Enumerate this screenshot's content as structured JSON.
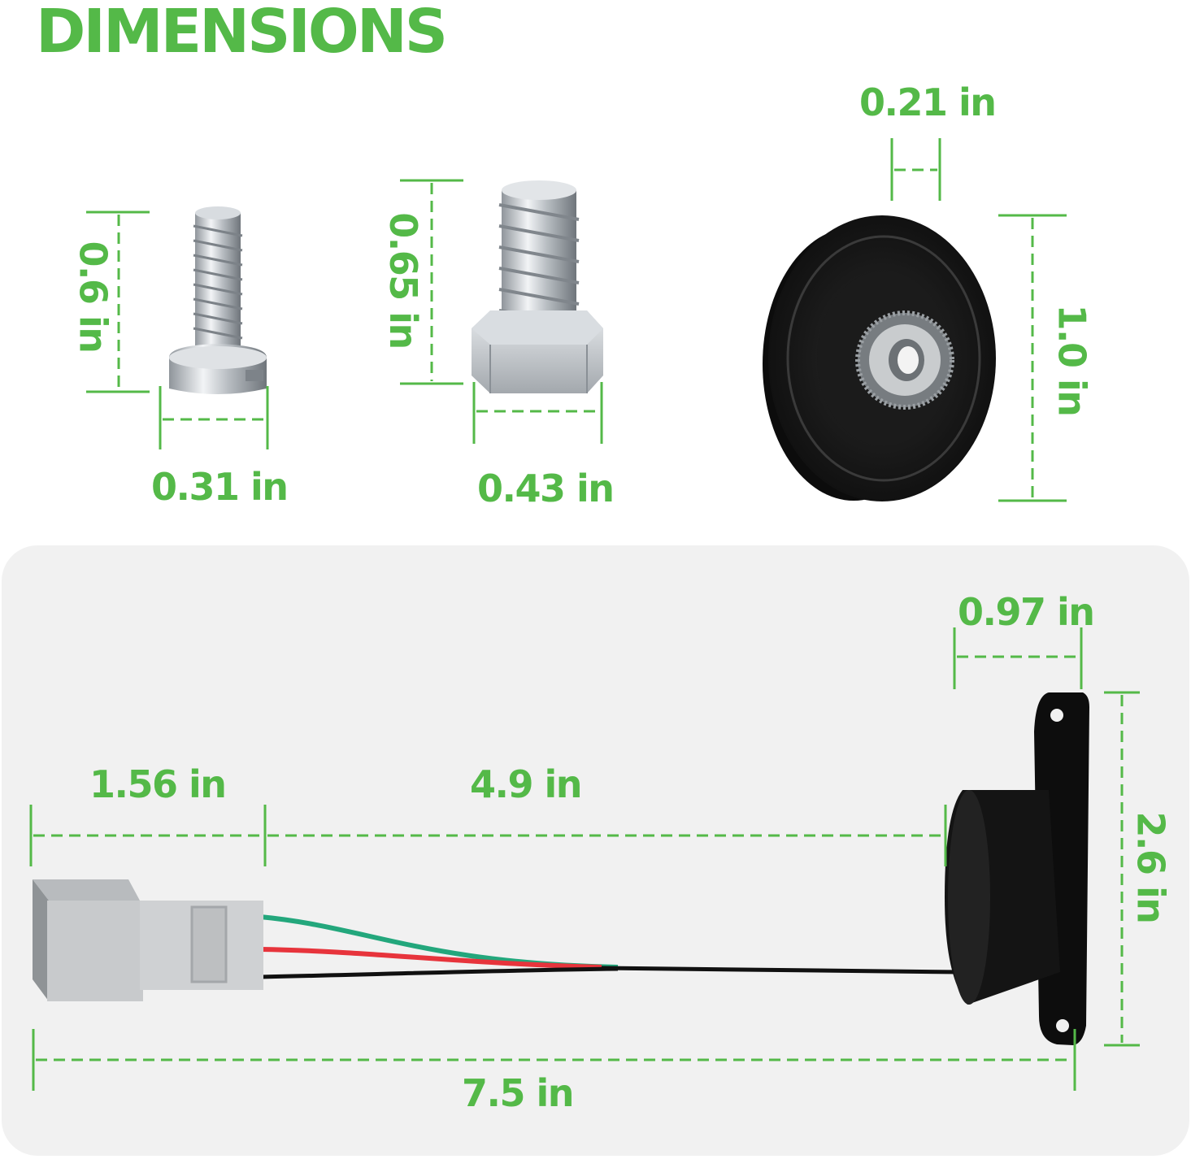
{
  "title": "DIMENSIONS",
  "accent_color": "#54b948",
  "parts": {
    "small_screw": {
      "height_label": "0.6 in",
      "width_label": "0.31 in"
    },
    "hex_bolt": {
      "height_label": "0.65 in",
      "width_label": "0.43 in"
    },
    "magnet_ring": {
      "thickness_label": "0.21 in",
      "diameter_label": "1.0 in"
    },
    "sensor_harness": {
      "connector_length_label": "1.56 in",
      "cable_length_label": "4.9 in",
      "total_length_label": "7.5 in",
      "sensor_depth_label": "0.97 in",
      "sensor_height_label": "2.6 in"
    }
  }
}
